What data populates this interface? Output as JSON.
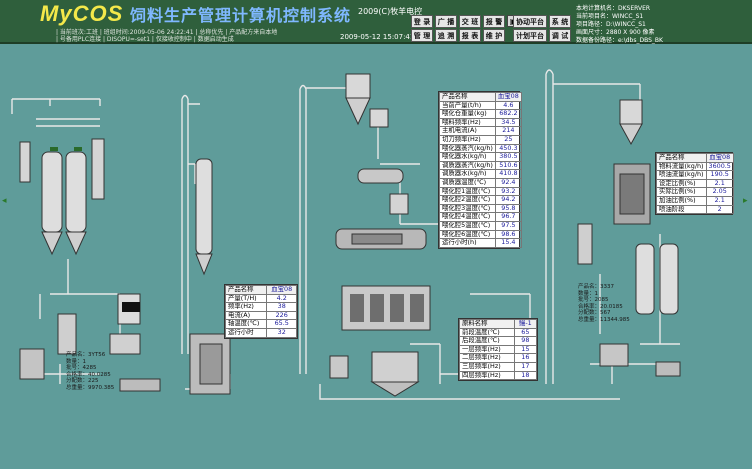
{
  "header": {
    "logo_prefix": "My",
    "logo_suffix": "COS",
    "title": "饲料生产管理计算机控制系统",
    "copyright": "2009(C)牧羊电控",
    "ticker_line1": "| 当前班次:工班  |  班组时间:2009-05-06 24:22:41  |  总称优先  |  产品配方来自本地",
    "ticker_line2": "| 号备用PLC连接  |  DISOPU=-set1  |  仅接收控制中  |  数据启动生成",
    "clock": "2009-05-12 15:07:41"
  },
  "toolbar": {
    "row1": [
      "登 录",
      "广 播",
      "交 班",
      "报 警",
      "协动平台",
      "系 统"
    ],
    "row2": [
      "管 理",
      "追 溯",
      "报 表",
      "维 护",
      "计划平台",
      "调 试"
    ]
  },
  "sysinfo": {
    "line1": "本地计算机名：DKSERVER",
    "line2": "当前项目名：WINCC_S1",
    "line3": "项目路径：D:\\WINCC_S1",
    "line4": "画面尺寸：2880 X 900 像素",
    "line5": "数据备份路径：e:\\dbs_DBS_BK"
  },
  "pellet_panel": {
    "header": [
      "产品名称",
      "血宝08"
    ],
    "rows": [
      [
        "产量(T/H)",
        "4.2"
      ],
      [
        "频率(Hz)",
        "38"
      ],
      [
        "电流(A)",
        "226"
      ],
      [
        "轴温度(℃)",
        "65.5"
      ],
      [
        "运行小时",
        "32"
      ]
    ]
  },
  "extruder_panel": {
    "header": [
      "产品名称",
      "血宝08"
    ],
    "rows": [
      [
        "当前产量(t/h)",
        "4.6"
      ],
      [
        "喂化仓重量(kg)",
        "682.2"
      ],
      [
        "喂料频率(Hz)",
        "34.5"
      ],
      [
        "主机电流(A)",
        "214"
      ],
      [
        "切刀频率(Hz)",
        "25"
      ],
      [
        "喂化器蒸汽(kg/h)",
        "450.3"
      ],
      [
        "喂化器水(kg/h)",
        "380.5"
      ],
      [
        "调质器蒸汽(kg/h)",
        "510.6"
      ],
      [
        "调质器水(kg/h)",
        "410.8"
      ],
      [
        "调质器温度(℃)",
        "92.4"
      ],
      [
        "喂化腔1温度(℃)",
        "93.2"
      ],
      [
        "喂化腔2温度(℃)",
        "94.2"
      ],
      [
        "喂化腔3温度(℃)",
        "95.8"
      ],
      [
        "喂化腔4温度(℃)",
        "96.7"
      ],
      [
        "喂化腔5温度(℃)",
        "97.5"
      ],
      [
        "喂化腔6温度(℃)",
        "98.6"
      ],
      [
        "运行小时(h)",
        "15.4"
      ]
    ]
  },
  "dryer_panel": {
    "header": [
      "原料名称",
      "鳗-1"
    ],
    "rows": [
      [
        "前段温度(℃)",
        "65"
      ],
      [
        "后段温度(℃)",
        "98"
      ],
      [
        "一层频率(Hz)",
        "15"
      ],
      [
        "二层频率(Hz)",
        "16"
      ],
      [
        "三层频率(Hz)",
        "17"
      ],
      [
        "四层频率(Hz)",
        "18"
      ]
    ]
  },
  "coating_panel": {
    "header": [
      "产品名称",
      "血宝08"
    ],
    "rows": [
      [
        "物料流量(kg/h)",
        "3600.5"
      ],
      [
        "喷油流量(kg/h)",
        "190.5"
      ],
      [
        "设定比例(%)",
        "2.1"
      ],
      [
        "实际比例(%)",
        "2.05"
      ],
      [
        "加油比例(%)",
        "2.1"
      ],
      [
        "喷油阶段",
        "2"
      ]
    ]
  },
  "left_readout": {
    "lines": [
      "产品名：3YT56",
      "数量：1",
      "批号：4285",
      "合格率：40.0285",
      "分配数：225",
      "总重量：9970.385"
    ]
  },
  "right_readout": {
    "lines": [
      "产品名：3337",
      "数量：1",
      "批号：2085",
      "合格率：20.0185",
      "分配数：567",
      "总重量：11344.985"
    ]
  },
  "colors": {
    "background": "#5f9c9a",
    "header": "#2f5f3c",
    "value_text": "#1a1a9a",
    "title": "#7fb8ff",
    "logo": "#f4e84a"
  }
}
